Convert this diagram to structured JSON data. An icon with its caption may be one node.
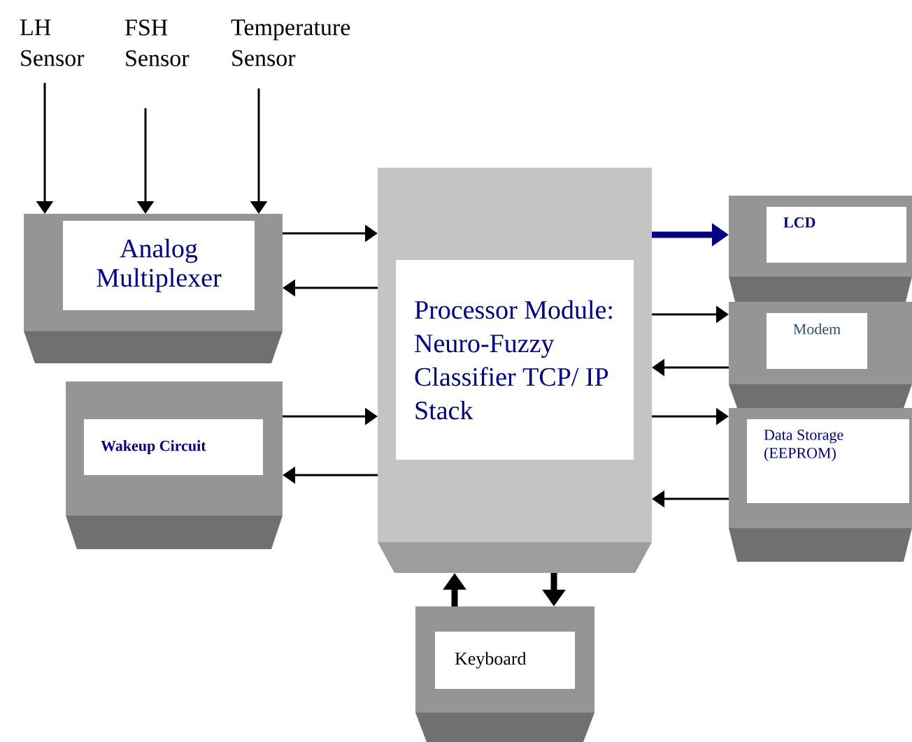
{
  "diagram": {
    "nodes": [
      {
        "text": [
          "LH Sensor"
        ]
      },
      {
        "text": [
          "FSH Sensor"
        ]
      },
      {
        "text": [
          "Temperature Sensor"
        ]
      },
      {
        "text": [
          "Analog Multiplexer"
        ]
      },
      {
        "text": [
          "Wakeup Circuit"
        ]
      },
      {
        "text": [
          "Processor Module: Neuro-Fuzzy Classifier TCP/ IP Stack"
        ]
      },
      {
        "text": [
          "LCD"
        ]
      },
      {
        "text": [
          "Modem"
        ]
      },
      {
        "text": [
          "Data Storage (EEPROM)"
        ]
      },
      {
        "text": [
          "Keyboard"
        ]
      }
    ],
    "edges": [
      {
        "from": 0,
        "to": 3,
        "arrow": "to"
      },
      {
        "from": 1,
        "to": 3,
        "arrow": "to"
      },
      {
        "from": 2,
        "to": 3,
        "arrow": "to"
      },
      {
        "from": 3,
        "to": 5,
        "arrow": "to"
      },
      {
        "from": 5,
        "to": 3,
        "arrow": "to"
      },
      {
        "from": 4,
        "to": 5,
        "arrow": "to"
      },
      {
        "from": 5,
        "to": 4,
        "arrow": "to"
      },
      {
        "from": 5,
        "to": 6,
        "arrow": "to",
        "style": "thick",
        "color": "#000080"
      },
      {
        "from": 5,
        "to": 7,
        "arrow": "to"
      },
      {
        "from": 7,
        "to": 5,
        "arrow": "to"
      },
      {
        "from": 5,
        "to": 8,
        "arrow": "to"
      },
      {
        "from": 8,
        "to": 5,
        "arrow": "to"
      },
      {
        "from": 9,
        "to": 5,
        "arrow": "to",
        "style": "thick"
      },
      {
        "from": 5,
        "to": 9,
        "arrow": "to",
        "style": "thick"
      }
    ]
  }
}
